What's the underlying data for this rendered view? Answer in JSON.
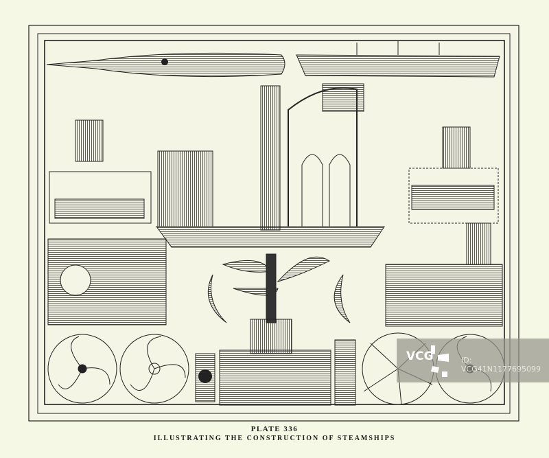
{
  "plate": {
    "number": "PLATE 336",
    "title": "ILLUSTRATING THE CONSTRUCTION OF STEAMSHIPS"
  },
  "watermark": {
    "logo": "VCG",
    "id": "ID: VCG41N1177695099"
  },
  "colors": {
    "paper": "#f6f8e6",
    "ink": "#1a1a1a",
    "watermark": "#96968c"
  }
}
